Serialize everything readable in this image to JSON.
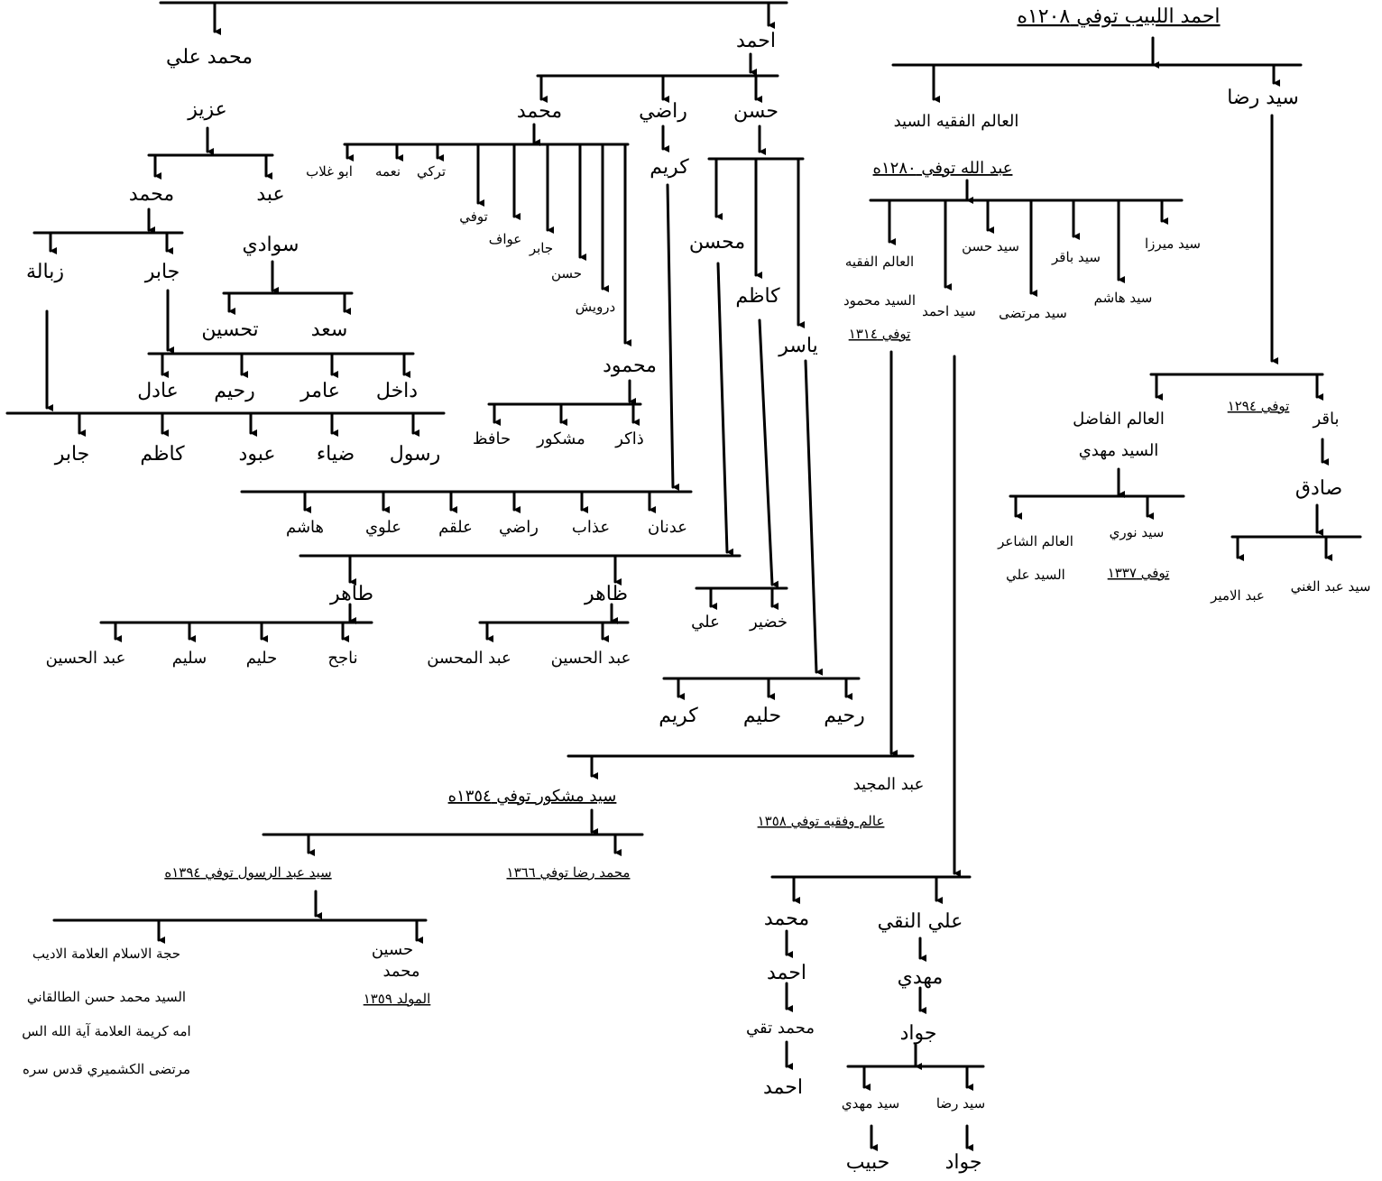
{
  "colors": {
    "ink": "#000000",
    "paper": "#ffffff"
  },
  "nodes": {
    "ahmad_labib": "احمد اللبيب توفي ١٢٠٨ه",
    "sayyid_rida": "سيد رضا",
    "abdullah_title": "العالم الفقيه السيد",
    "abdullah_name": "عبد الله توفي ١٢٨٠ه",
    "hashim_a": "سيد هاشم",
    "mirza": "سيد ميرزا",
    "murtada": "سيد مرتضى",
    "baqir_a": "سيد باقر",
    "hasan_a": "سيد حسن",
    "ahmad_a": "سيد احمد",
    "mahmud_title": "العالم الفقيه",
    "mahmud_name": "السيد محمود",
    "mahmud_date": "توفي ١٣١٤",
    "baqir_b_name": "باقر",
    "baqir_b_date": "توفي ١٢٩٤",
    "mahdi_title": "العالم الفاضل",
    "mahdi_name": "السيد مهدي",
    "sadiq": "صادق",
    "nuri_name": "سيد نوري",
    "nuri_date": "توفي ١٣٣٧",
    "ali_poet_title": "العالم الشاعر",
    "ali_poet_name": "السيد علي",
    "abd_al_ghani": "سيد عبد الغني",
    "abd_al_amir": "عبد الامير",
    "ali_naqi": "علي النقي",
    "mahdi_b": "مهدي",
    "jawad_a": "جواد",
    "rida_b": "سيد رضا",
    "mahdi_c": "سيد مهدي",
    "jawad_b": "جواد",
    "habib": "حبيب",
    "muhammad_a": "محمد",
    "ahmad_b": "احمد",
    "muhammad_taqi": "محمد تقي",
    "ahmad_c": "احمد",
    "ahmad_top": "احمد",
    "hasan_b": "حسن",
    "radi_a": "راضي",
    "muhammad_b": "محمد",
    "karim_a": "كريم",
    "muhsin": "محسن",
    "kazim_a": "كاظم",
    "yasir": "ياسر",
    "abu_ghalab": "ابو غلاب",
    "nima": "نعمه",
    "turki": "تركي",
    "tufi": "توفي",
    "awwaf": "عواف",
    "jabir_a": "جابر",
    "hasan_c": "حسن",
    "darwish": "درويش",
    "mahmud_b": "محمود",
    "zakir": "ذاكر",
    "mashkur_a": "مشكور",
    "hafiz": "حافظ",
    "adnan": "عدنان",
    "adhab": "عذاب",
    "radi_b": "راضي",
    "alqam": "علقم",
    "alawi": "علوي",
    "hashim_b": "هاشم",
    "tahir_a": "طاهر",
    "zahir": "ظاهر",
    "najih": "ناجح",
    "halim_a": "حليم",
    "salim": "سليم",
    "abd_al_husayn_a": "عبد الحسين",
    "abd_al_husayn_b": "عبد الحسين",
    "abd_al_muhsin": "عبد المحسن",
    "khudayr": "خضير",
    "ali_a": "علي",
    "rahim_a": "رحيم",
    "halim_b": "حليم",
    "karim_b": "كريم",
    "mashkur_b": "سيد مشكور توفي ١٣٥٤ه",
    "abd_al_majid_name": "عبد المجيد",
    "abd_al_majid_note": "عالم وفقيه توفي ١٣٥٨",
    "muhammad_rida": "محمد رضا توفي ١٣٦٦",
    "abd_al_rasul": "سيد عبد الرسول توفي ١٣٩٤ه",
    "husayn": "حسين",
    "muhammad_c": "محمد",
    "husayn_born": "المولد ١٣٥٩",
    "hujja_1": "حجة الاسلام العلامة الاديب",
    "hujja_2": "السيد محمد حسن الطالقاني",
    "hujja_3": "امه كريمة العلامة آية الله الس",
    "hujja_4": "مرتضى الكشميري قدس سره",
    "muhammad_ali": "محمد علي",
    "aziz": "عزيز",
    "muhammad_d": "محمد",
    "abd": "عبد",
    "sawadi": "سوادي",
    "saad": "سعد",
    "tahsin": "تحسين",
    "jabir_b": "جابر",
    "zubala": "زبالة",
    "dakhil": "داخل",
    "amir": "عامر",
    "rahim_b": "رحيم",
    "adil": "عادل",
    "rasul": "رسول",
    "diya": "ضياء",
    "abbud": "عبود",
    "kazim_b": "كاظم",
    "jabir_c": "جابر"
  }
}
